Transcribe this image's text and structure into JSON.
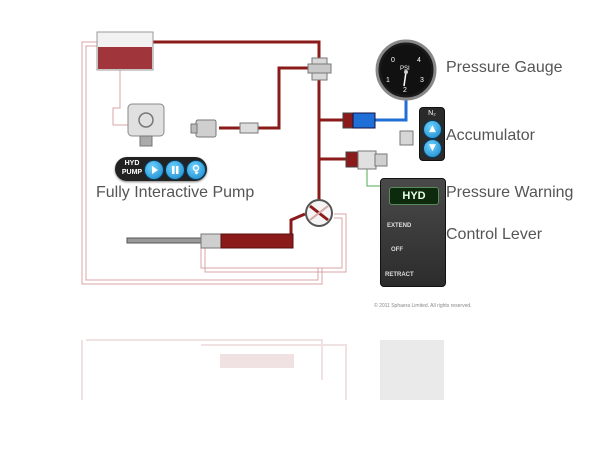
{
  "labels": {
    "pressure_gauge": "Pressure Gauge",
    "accumulator": "Accumulator",
    "pressure_warning": "Pressure Warning",
    "control_lever": "Control Lever",
    "pump": "Fully Interactive Pump"
  },
  "gauge": {
    "unit": "PSI",
    "ticks": [
      "0",
      "1",
      "2",
      "3",
      "4"
    ]
  },
  "pump_control": {
    "line1": "HYD",
    "line2": "PUMP",
    "buttons": [
      "play-icon",
      "pause-icon",
      "reset-icon"
    ]
  },
  "n2_panel": {
    "label": "N₂",
    "up": "▲",
    "down": "▼"
  },
  "hyd_panel": {
    "display": "HYD",
    "extend": "EXTEND",
    "off": "OFF",
    "retract": "RETRACT"
  },
  "copyright": "© 2011 Sphaera Limited. All rights reserved.",
  "colors": {
    "fluid_red": "#8b1a1a",
    "pressure_blue": "#1f6fd6",
    "return_pink": "#e8c4c4"
  }
}
